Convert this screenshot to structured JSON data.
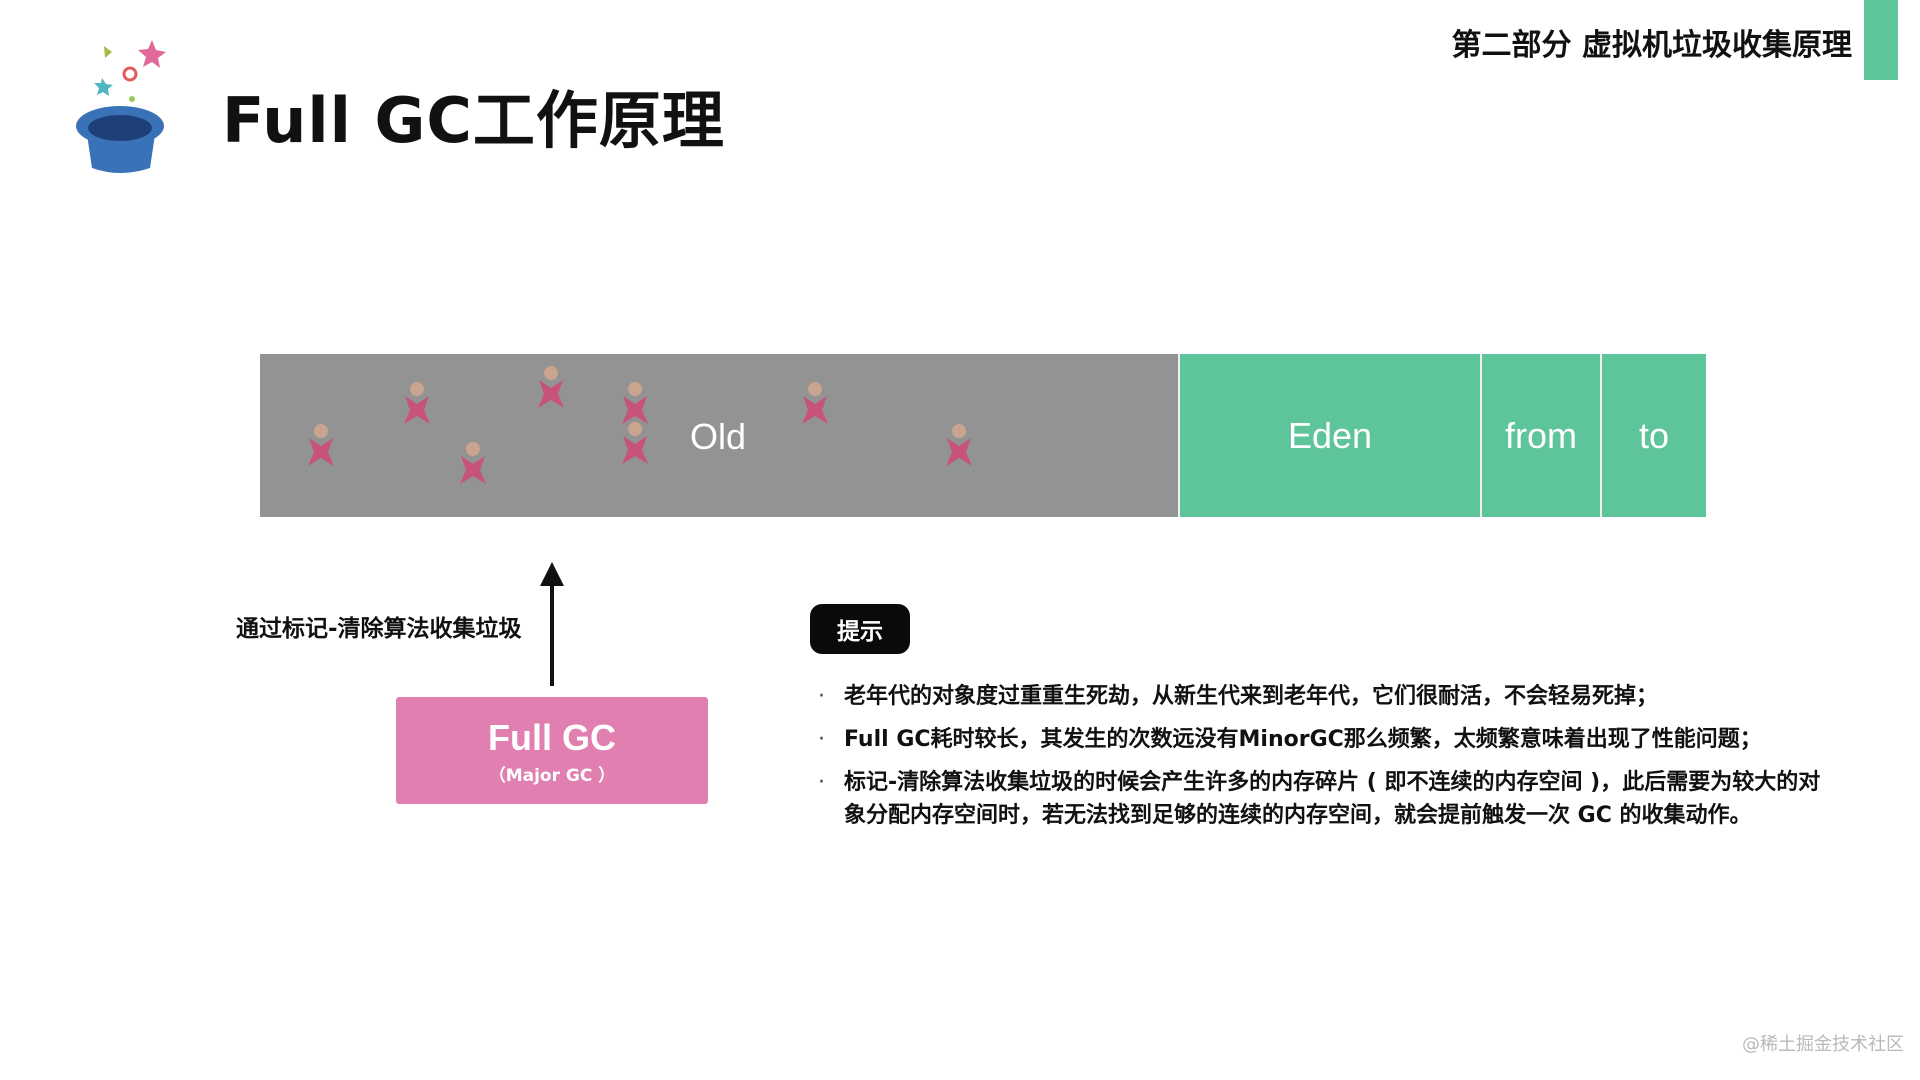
{
  "header": {
    "section_title": "第二部分 虚拟机垃圾收集原理",
    "title": "Full GC工作原理",
    "accent_color": "#5ec49a",
    "logo_icon": "magic-hat-icon"
  },
  "heap": {
    "old_label": "Old",
    "eden_label": "Eden",
    "from_label": "from",
    "to_label": "to",
    "old_color": "#939393",
    "young_color": "#5ec49a",
    "marked_object_icon": "marked-object-icon"
  },
  "gc": {
    "arrow_label": "通过标记-清除算法收集垃圾",
    "box_title": "Full GC",
    "box_subtitle": "（Major GC ）",
    "box_color": "#e07fb0"
  },
  "tips": {
    "badge": "提示",
    "items": [
      "老年代的对象度过重重生死劫，从新生代来到老年代，它们很耐活，不会轻易死掉；",
      "Full GC耗时较长，其发生的次数远没有MinorGC那么频繁，太频繁意味着出现了性能问题；",
      "标记-清除算法收集垃圾的时候会产生许多的内存碎片 ( 即不连续的内存空间 )，此后需要为较大的对象分配内存空间时，若无法找到足够的连续的内存空间，就会提前触发一次 GC 的收集动作。"
    ]
  },
  "watermark": "@稀土掘金技术社区"
}
